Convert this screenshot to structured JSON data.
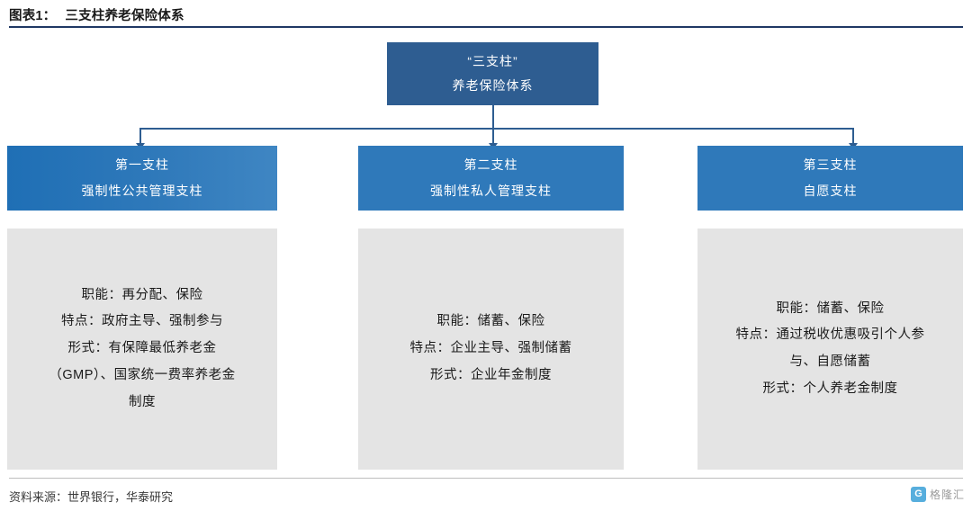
{
  "header": {
    "chart_label": "图表1：",
    "title": "三支柱养老保险体系"
  },
  "top_box": {
    "line1": "“三支柱”",
    "line2": "养老保险体系"
  },
  "pillars": [
    {
      "head_line1": "第一支柱",
      "head_line2": "强制性公共管理支柱",
      "body": "职能：再分配、保险\n特点：政府主导、强制参与\n形式：有保障最低养老金\n（GMP）、国家统一费率养老金\n制度"
    },
    {
      "head_line1": "第二支柱",
      "head_line2": "强制性私人管理支柱",
      "body": "职能：储蓄、保险\n特点：企业主导、强制储蓄\n形式：企业年金制度"
    },
    {
      "head_line1": "第三支柱",
      "head_line2": "自愿支柱",
      "body": "职能：储蓄、保险\n特点：通过税收优惠吸引个人参\n与、自愿储蓄\n形式：个人养老金制度"
    }
  ],
  "footer": {
    "source": "资料来源：世界银行，华泰研究"
  },
  "watermark": {
    "badge": "G",
    "text": "格隆汇"
  },
  "colors": {
    "header_rule": "#1f3864",
    "top_box": "#2e5d91",
    "pillar_head": "#2f79ba",
    "pillar_body": "#e4e4e4",
    "watermark_badge": "#3aa0d8"
  }
}
